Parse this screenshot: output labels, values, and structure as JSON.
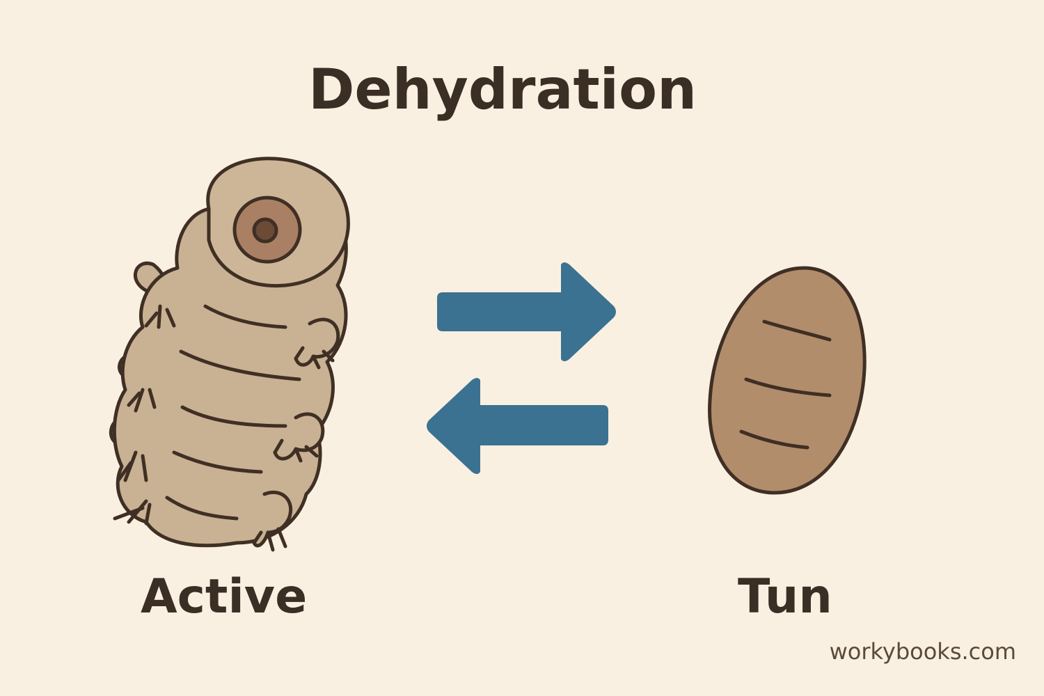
{
  "title": "Dehydration",
  "states": {
    "active_label": "Active",
    "tun_label": "Tun"
  },
  "watermark": "workybooks.com",
  "colors": {
    "background": "#faf0e2",
    "text": "#3a2e25",
    "arrow": "#3b7291",
    "tardigrade_body": "#c9b193",
    "tun_body": "#b18d6c",
    "outline": "#3f2f24"
  },
  "icons": [
    "tardigrade-icon",
    "arrow-right-icon",
    "arrow-left-icon",
    "tun-icon"
  ]
}
